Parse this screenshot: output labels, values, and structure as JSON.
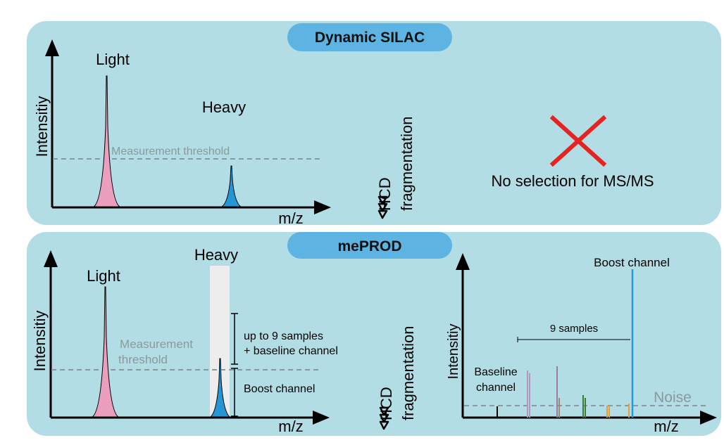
{
  "top_panel": {
    "title": "Dynamic SILAC",
    "y_axis_label": "Intensitiy",
    "x_axis_label": "m/z",
    "peak_light_label": "Light",
    "peak_heavy_label": "Heavy",
    "threshold_label": "Measurement threshold",
    "hcd_label": "HCD",
    "fragmentation_label": "fragmentation",
    "result_label": "No selection for MS/MS",
    "colors": {
      "panel": "#b2dde4",
      "badge": "#5db4e3",
      "light_peak": "#eb9ebd",
      "heavy_peak": "#2596d3",
      "cross": "#e52421"
    }
  },
  "bottom_panel": {
    "title": "mePROD",
    "y_axis_label": "Intensitiy",
    "x_axis_label": "m/z",
    "peak_light_label": "Light",
    "peak_heavy_label": "Heavy",
    "threshold_line1": "Measurement",
    "threshold_line2": "threshold",
    "bracket_upper_line1": "up to 9 samples",
    "bracket_upper_line2": "+ baseline channel",
    "bracket_lower": "Boost channel",
    "hcd_label": "HCD",
    "fragmentation_label": "fragmentation",
    "spectrum": {
      "y_axis_label": "Intensitiy",
      "x_axis_label": "m/z",
      "boost_label": "Boost channel",
      "samples_label": "9 samples",
      "baseline_line1": "Baseline",
      "baseline_line2": "channel",
      "noise_label": "Noise"
    }
  }
}
